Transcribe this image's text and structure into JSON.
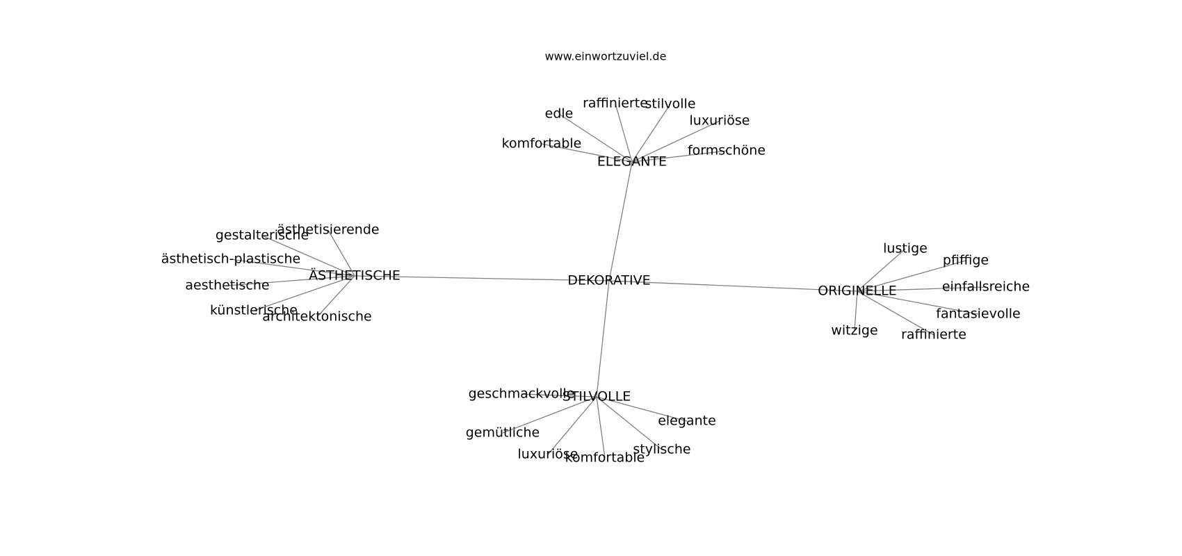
{
  "source_label": "www.einwortzuviel.de",
  "center": {
    "id": "dekorative",
    "label": "DEKORATIVE"
  },
  "clusters": [
    {
      "id": "elegante",
      "label": "ELEGANTE",
      "leaves": [
        {
          "id": "edle",
          "label": "edle"
        },
        {
          "id": "raffinierte",
          "label": "raffinierte"
        },
        {
          "id": "stilvolle",
          "label": "stilvolle"
        },
        {
          "id": "luxurioese",
          "label": "luxuriöse"
        },
        {
          "id": "komfortable",
          "label": "komfortable"
        },
        {
          "id": "formschoene",
          "label": "formschöne"
        }
      ]
    },
    {
      "id": "aesthetische",
      "label": "ÄSTHETISCHE",
      "leaves": [
        {
          "id": "gestalterische",
          "label": "gestalterische"
        },
        {
          "id": "aesthetisierende",
          "label": "ästhetisierende"
        },
        {
          "id": "aesthetisch-plastische",
          "label": "ästhetisch-plastische"
        },
        {
          "id": "aesthetische-lc",
          "label": "aesthetische"
        },
        {
          "id": "kuenstlerische",
          "label": "künstlerische"
        },
        {
          "id": "architektonische",
          "label": "architektonische"
        }
      ]
    },
    {
      "id": "originelle",
      "label": "ORIGINELLE",
      "leaves": [
        {
          "id": "lustige",
          "label": "lustige"
        },
        {
          "id": "pfiffige",
          "label": "pfiffige"
        },
        {
          "id": "einfallsreiche",
          "label": "einfallsreiche"
        },
        {
          "id": "fantasievolle",
          "label": "fantasievolle"
        },
        {
          "id": "witzige",
          "label": "witzige"
        },
        {
          "id": "raffinierte",
          "label": "raffinierte"
        }
      ]
    },
    {
      "id": "stilvolle",
      "label": "STILVOLLE",
      "leaves": [
        {
          "id": "geschmackvolle",
          "label": "geschmackvolle"
        },
        {
          "id": "elegante-lc",
          "label": "elegante"
        },
        {
          "id": "gemuetliche",
          "label": "gemütliche"
        },
        {
          "id": "stylische",
          "label": "stylische"
        },
        {
          "id": "luxurioese",
          "label": "luxuriöse"
        },
        {
          "id": "komfortable",
          "label": "komfortable"
        }
      ]
    }
  ]
}
